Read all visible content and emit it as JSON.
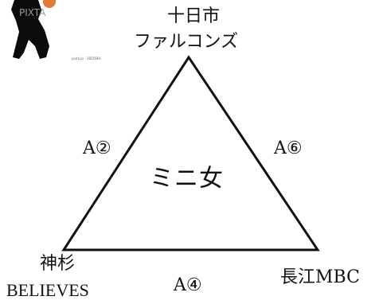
{
  "center_label": "ミニ女",
  "teams": {
    "top_line1": "十日市",
    "top_line2": "ファルコンズ",
    "bottom_left_line1": "神杉",
    "bottom_left_line2": "BELIEVES",
    "bottom_right": "長江MBC"
  },
  "matches": {
    "left": "A②",
    "right": "A⑥",
    "bottom": "A④"
  },
  "logo": {
    "brand_text": "PIXTA",
    "caption": "pixta.jp - 3825964"
  },
  "colors": {
    "line": "#111111",
    "text": "#111111",
    "background": "#ffffff"
  }
}
